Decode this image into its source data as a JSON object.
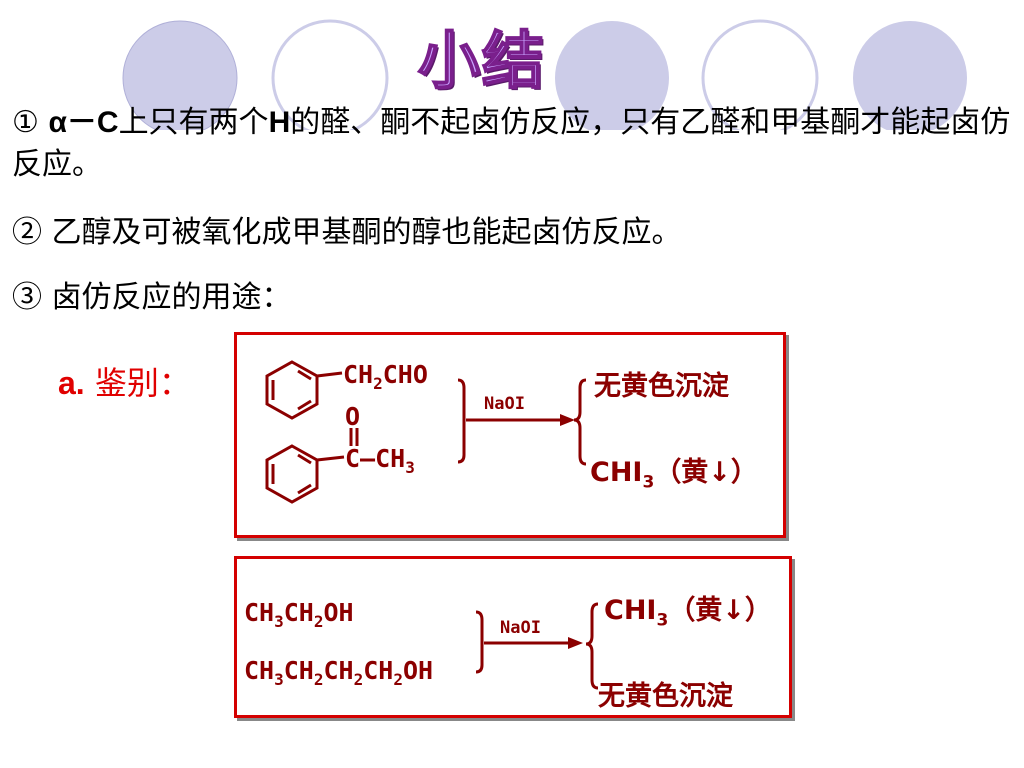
{
  "title": "小结",
  "points": {
    "p1_num": "①",
    "p1_alpha": "α－C",
    "p1_text_a": "上只有两个",
    "p1_h": "H",
    "p1_text_b": "的醛、酮不起卤仿反应，只有乙醛和甲基酮才能起卤仿反应。",
    "p2": "② 乙醇及可被氧化成甲基酮的醇也能起卤仿反应。",
    "p3": "③ 卤仿反应的用途："
  },
  "label_a": {
    "letter": "a.",
    "text": "鉴别："
  },
  "box1": {
    "compound1": "CH₂CHO",
    "carbonyl_o": "O",
    "compound2": "C–CH₃",
    "reagent": "NaOI",
    "result1": "无黄色沉淀",
    "result2": "CHI₃（黄↓）"
  },
  "box2": {
    "compound1": "CH₃CH₂OH",
    "compound2": "CH₃CH₂CH₂CH₂OH",
    "reagent": "NaOI",
    "result1": "CHI₃（黄↓）",
    "result2": "无黄色沉淀"
  },
  "colors": {
    "circle": "#cccce8",
    "accent_red": "#d40000",
    "chem": "#8b0000"
  }
}
